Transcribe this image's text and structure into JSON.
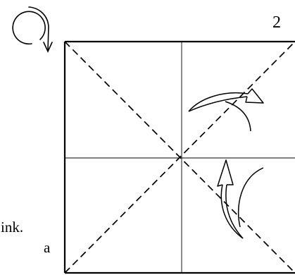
{
  "diagram": {
    "step_number": "2",
    "caption_lines": [
      "ink.",
      "a"
    ]
  },
  "icons": {
    "turn_over": "turn-over-arrow-icon",
    "fold_upper": "curved-fold-arrow-icon",
    "fold_lower": "curved-fold-arrow-icon"
  },
  "colors": {
    "ink": "#000000",
    "paper": "#ffffff"
  }
}
